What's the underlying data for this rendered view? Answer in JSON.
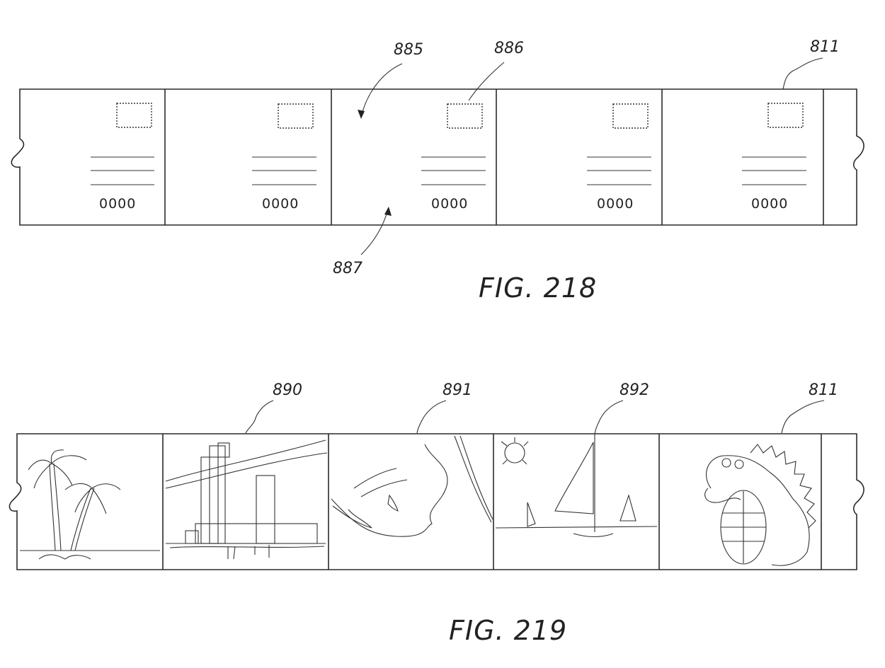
{
  "fig218": {
    "caption": "FIG. 218",
    "labels": {
      "ref_885": "885",
      "ref_886": "886",
      "ref_887": "887",
      "ref_811": "811"
    },
    "postcards": [
      {
        "zip": "0000"
      },
      {
        "zip": "0000"
      },
      {
        "zip": "0000"
      },
      {
        "zip": "0000"
      },
      {
        "zip": "0000"
      }
    ]
  },
  "fig219": {
    "caption": "FIG. 219",
    "labels": {
      "ref_890": "890",
      "ref_891": "891",
      "ref_892": "892",
      "ref_811": "811"
    },
    "frames": [
      {
        "picture": "palm-trees-beach"
      },
      {
        "picture": "city-buildings"
      },
      {
        "picture": "face-profile"
      },
      {
        "picture": "sailboats-sun"
      },
      {
        "picture": "cartoon-dinosaur"
      }
    ]
  }
}
